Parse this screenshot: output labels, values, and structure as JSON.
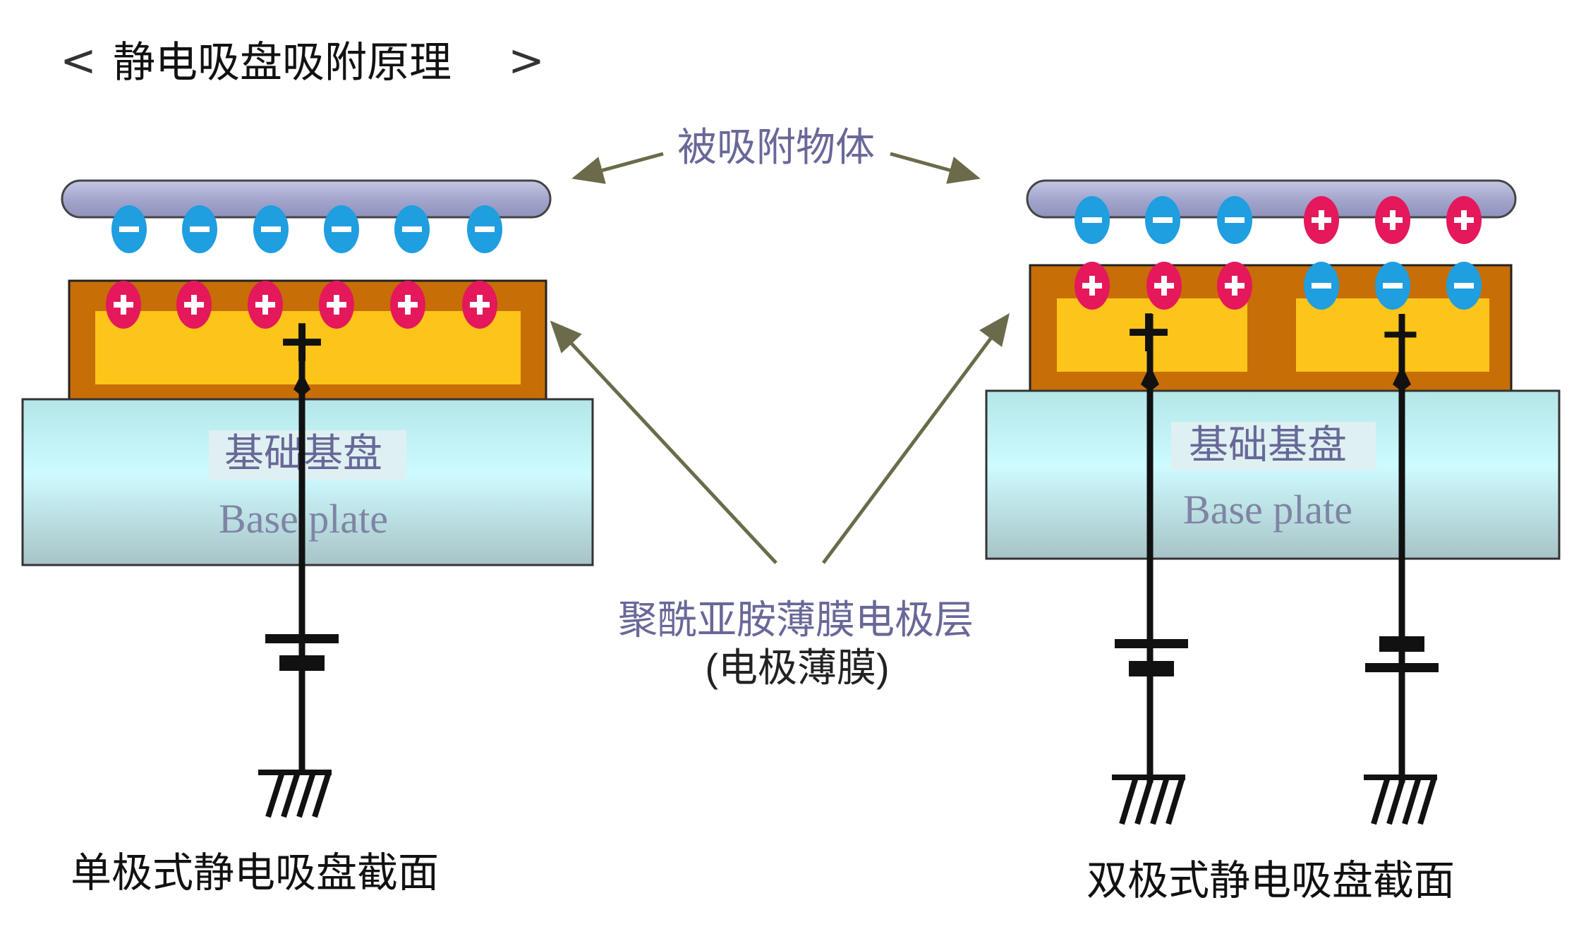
{
  "header": {
    "prev_label": "<",
    "next_label": ">",
    "title": "静电吸盘吸附原理"
  },
  "labels": {
    "adsorbed_object": "被吸附物体",
    "film_line1": "聚酰亚胺薄膜电极层",
    "film_line2": "(电极薄膜)",
    "base_cn": "基础基盘",
    "base_en": "Base plate",
    "plus": "+",
    "minus": "−"
  },
  "captions": {
    "monopolar": "单极式静电吸盘截面",
    "bipolar": "双极式静电吸盘截面"
  },
  "colors": {
    "object_bar": "#a3a7cd",
    "dielectric": "#c86e07",
    "electrode": "#fdc419",
    "base_gradient": [
      "#b4e6e8",
      "#cdfbff",
      "#a8c3c6"
    ],
    "negative_charge": "#1f9ee0",
    "positive_charge": "#e5185c",
    "arrow": "#6b6b4b",
    "label_text": "#686898"
  }
}
